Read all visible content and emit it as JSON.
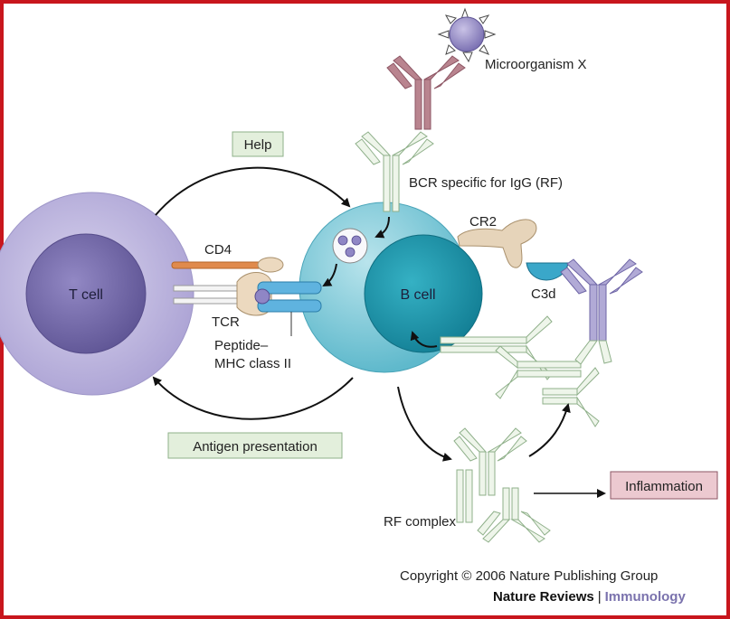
{
  "labels": {
    "microorganism": "Microorganism X",
    "help": "Help",
    "bcr": "BCR specific for IgG (RF)",
    "cr2": "CR2",
    "cd4": "CD4",
    "t_cell": "T cell",
    "b_cell": "B cell",
    "c3d": "C3d",
    "tcr": "TCR",
    "peptide_line1": "Peptide–",
    "peptide_line2": "MHC class II",
    "antigen_presentation": "Antigen presentation",
    "rf_complex": "RF complex",
    "inflammation": "Inflammation"
  },
  "footer": {
    "copyright": "Copyright © 2006 Nature Publishing Group",
    "journal": "Nature Reviews",
    "separator": "|",
    "section": "Immunology"
  },
  "colors": {
    "frame": "#c8161d",
    "t_cell_outer": "#b9b2dd",
    "t_cell_nucleus": "#7a70ae",
    "b_cell_outer": "#7fcbd8",
    "b_cell_nucleus": "#2aa3b7",
    "receptor_green": "#e6f1e3",
    "receptor_green_stroke": "#8fb08a",
    "antibody_maroon": "#b07a88",
    "antibody_lavender": "#a49ccd",
    "cr2_tan": "#e2cfb5",
    "c3d_blue": "#2f9fc0",
    "inflammation_fill": "#e9c9cf",
    "label_box_fill": "#e3efdc"
  }
}
